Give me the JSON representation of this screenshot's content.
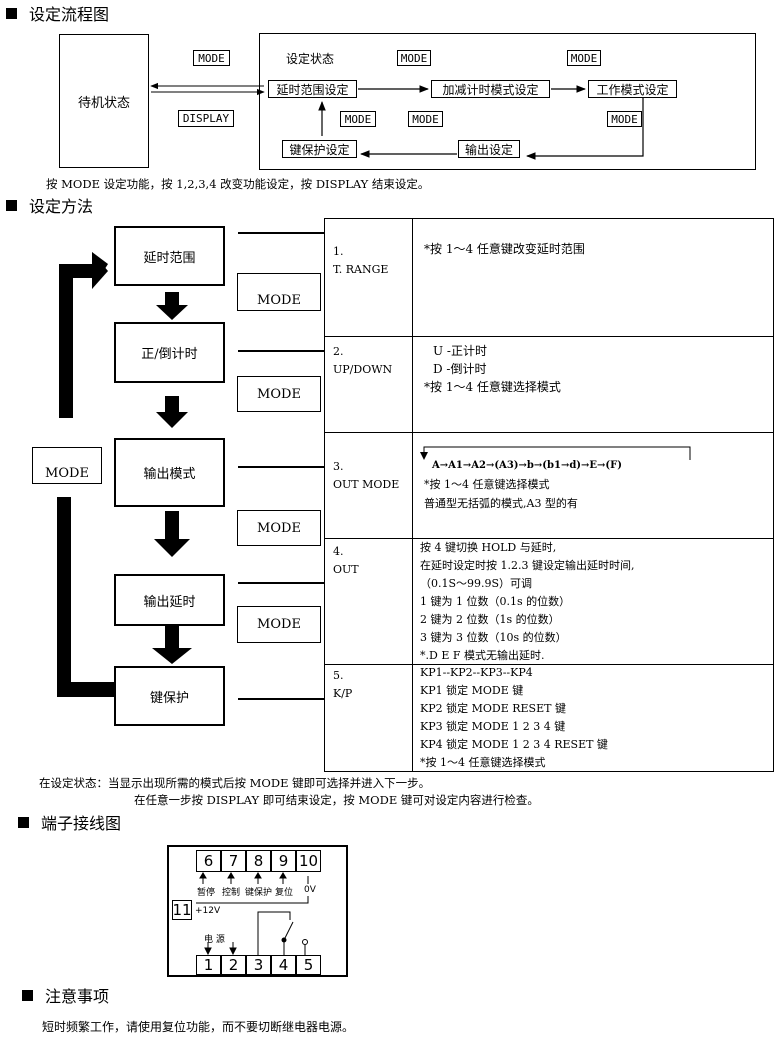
{
  "headings": {
    "flow": "设定流程图",
    "method": "设定方法",
    "wiring": "端子接线图",
    "notes": "注意事项"
  },
  "flowchart": {
    "standby": "待机状态",
    "setting_state": "设定状态",
    "mode_label": "MODE",
    "display_label": "DISPLAY",
    "delay_range": "延时范围设定",
    "updown_mode": "加减计时模式设定",
    "work_mode": "工作模式设定",
    "key_protect": "键保护设定",
    "output_set": "输出设定",
    "caption": "按 MODE 设定功能，按 1,2,3,4 改变功能设定，按 DISPLAY 结束设定。"
  },
  "method": {
    "steps": [
      "延时范围",
      "正/倒计时",
      "输出模式",
      "输出延时",
      "键保护"
    ],
    "mode_label": "MODE",
    "table": [
      {
        "code": [
          "1.",
          "T. RANGE"
        ],
        "desc": [
          "*按 1～4 任意键改变延时范围"
        ]
      },
      {
        "code": [
          "2.",
          "UP/DOWN"
        ],
        "desc": [
          "U -正计时",
          "D -倒计时",
          "*按 1～4 任意键选择模式"
        ]
      },
      {
        "code": [
          "3.",
          "OUT MODE"
        ],
        "desc": [
          "A→A1→A2→(A3)→b→(b1→d)→E→(F)",
          "*按 1～4 任意键选择模式",
          "普通型无括弧的模式,A3 型的有"
        ]
      },
      {
        "code": [
          "4.",
          "OUT"
        ],
        "desc": [
          "按 4 键切换 HOLD 与延时,",
          "在延时设定时按 1.2.3 键设定输出延时时间,",
          "（0.1S～99.9S）可调",
          "1 键为 1 位数（0.1s 的位数）",
          "2 键为 2 位数（1s 的位数）",
          "3 键为 3 位数（10s 的位数）",
          "*.D E F 模式无输出延时."
        ]
      },
      {
        "code": [
          "5.",
          "K/P"
        ],
        "desc": [
          "KP1--KP2--KP3--KP4",
          "KP1 锁定 MODE 键",
          "KP2 锁定 MODE RESET 键",
          "KP3 锁定 MODE  1 2 3 4 键",
          "KP4 锁定 MODE 1 2 3 4 RESET 键",
          "*按 1～4 任意键选择模式"
        ]
      }
    ],
    "note1": "在设定状态：当显示出现所需的模式后按 MODE 键即可选择并进入下一步。",
    "note2": "在任意一步按 DISPLAY 即可结束设定，按 MODE 键可对设定内容进行检查。"
  },
  "wiring": {
    "top_terminals": [
      "6",
      "7",
      "8",
      "9",
      "10"
    ],
    "top_labels": [
      "暂停",
      "控制",
      "键保护",
      "复位",
      "0V"
    ],
    "side_terminal": "11",
    "side_label": "+12V",
    "power_label": "电 源",
    "bottom_terminals": [
      "1",
      "2",
      "3",
      "4",
      "5"
    ]
  },
  "notes": {
    "text": "短时频繁工作，请使用复位功能，而不要切断继电器电源。"
  }
}
